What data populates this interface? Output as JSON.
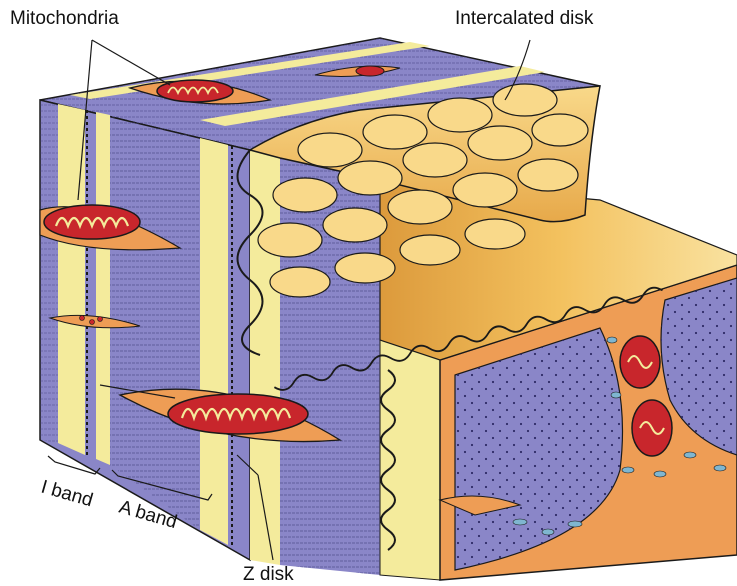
{
  "labels": {
    "mitochondria": "Mitochondria",
    "intercalated_disk": "Intercalated disk",
    "i_band": "I band",
    "a_band": "A band",
    "z_disk": "Z disk"
  },
  "colors": {
    "a_band": "#8a86c8",
    "a_band_dark": "#6f6bb3",
    "i_band": "#f4eb9c",
    "cell_surface": "#f3c15e",
    "cell_surface_light": "#f9d98a",
    "mitochondrion": "#c8262c",
    "cytoplasm": "#ee9d55",
    "outline": "#1a1a1a"
  }
}
